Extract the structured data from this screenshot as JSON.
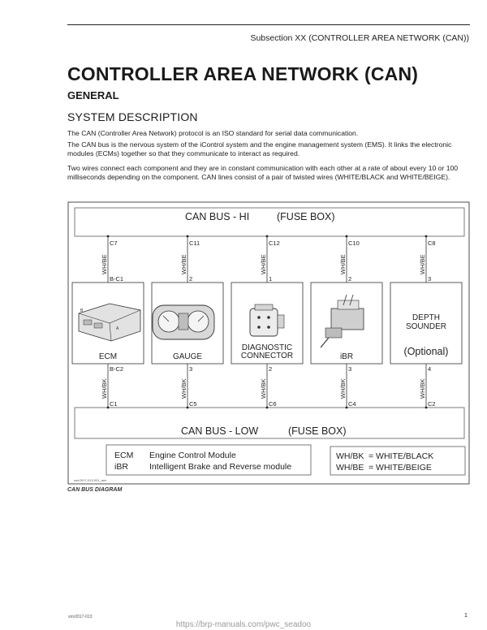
{
  "header": {
    "subsection": "Subsection XX (CONTROLLER AREA NETWORK (CAN))"
  },
  "title": "CONTROLLER AREA NETWORK (CAN)",
  "section": "GENERAL",
  "subsection_title": "SYSTEM DESCRIPTION",
  "paragraphs": [
    "The CAN (Controller Area Network) protocol is an ISO standard for serial data communication.",
    "The CAN bus is the nervous system of the iControl system and the engine management system (EMS). It links the electronic modules (ECMs) together so that they communicate to interact as required.",
    "Two  wires connect each component and they are in constant communication with each other at a rate of about every 10 or 100 milliseconds depending on the component.  CAN lines consist of a pair of twisted wires (WHITE/BLACK and WHITE/BEIGE)."
  ],
  "diagram": {
    "bus_hi": {
      "label": "CAN BUS - HI",
      "sub": "(FUSE BOX)"
    },
    "bus_low": {
      "label": "CAN BUS - LOW",
      "sub": "(FUSE BOX)"
    },
    "components": [
      {
        "name": "ECM",
        "top_conn": "C7",
        "top_wire": "WH/BE",
        "top_pin": "B-C1",
        "bot_pin": "B-C2",
        "bot_wire": "WH/BK",
        "bot_conn": "C1",
        "icon": "ecm-module-icon"
      },
      {
        "name": "GAUGE",
        "top_conn": "C11",
        "top_wire": "WH/BE",
        "top_pin": "2",
        "bot_pin": "3",
        "bot_wire": "WH/BK",
        "bot_conn": "C5",
        "icon": "gauge-cluster-icon"
      },
      {
        "name": "DIAGNOSTIC\nCONNECTOR",
        "top_conn": "C12",
        "top_wire": "WH/BE",
        "top_pin": "1",
        "bot_pin": "2",
        "bot_wire": "WH/BK",
        "bot_conn": "C6",
        "icon": "diagnostic-connector-icon"
      },
      {
        "name": "iBR",
        "top_conn": "C10",
        "top_wire": "WH/BE",
        "top_pin": "2",
        "bot_pin": "3",
        "bot_wire": "WH/BK",
        "bot_conn": "C4",
        "icon": "ibr-actuator-icon"
      },
      {
        "name": "DEPTH\nSOUNDER",
        "optional": "(Optional)",
        "top_conn": "C8",
        "top_wire": "WH/BE",
        "top_pin": "3",
        "bot_pin": "4",
        "bot_wire": "WH/BK",
        "bot_conn": "C2",
        "icon": ""
      }
    ],
    "legend_abbrev": [
      {
        "abbr": "ECM",
        "desc": "Engine Control Module"
      },
      {
        "abbr": "iBR",
        "desc": "Intelligent Brake and Reverse module"
      }
    ],
    "legend_wires": [
      {
        "code": "WH/BK",
        "desc": "= WHITE/BLACK"
      },
      {
        "code": "WH/BE",
        "desc": "= WHITE/BEIGE"
      }
    ],
    "image_code": "smr2017-013-001_aen"
  },
  "caption": "CAN BUS DIAGRAM",
  "footer": {
    "code": "smr2017-013",
    "page": "1",
    "url": "https://brp-manuals.com/pwc_seadoo"
  }
}
